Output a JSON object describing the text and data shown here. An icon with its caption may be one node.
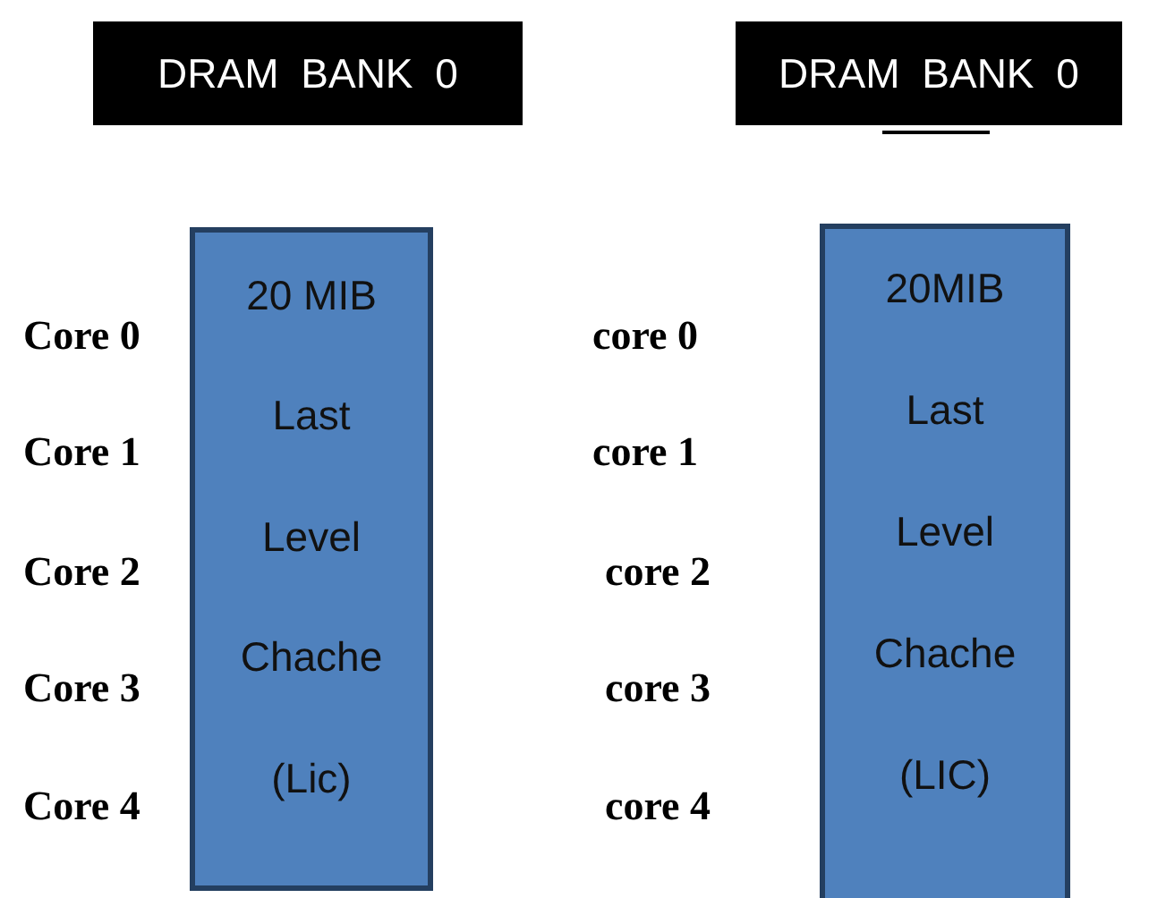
{
  "diagram": {
    "nodes": [
      {
        "text": [
          "DRAM BANK 0"
        ]
      },
      {
        "text": [
          "DRAM BANK 0"
        ]
      },
      {
        "text": [
          "20 MIB",
          "Last",
          "Level",
          "Chache",
          "(Lic)"
        ]
      },
      {
        "text": [
          "20MIB",
          "Last",
          "Level",
          "Chache",
          "(LIC)"
        ]
      }
    ],
    "labels": [
      "Core 0",
      "core 0",
      "Core 1",
      "core 1",
      "Core 2",
      "core 2",
      "Core 3",
      "core 3",
      "Core 4",
      "core 4"
    ]
  }
}
